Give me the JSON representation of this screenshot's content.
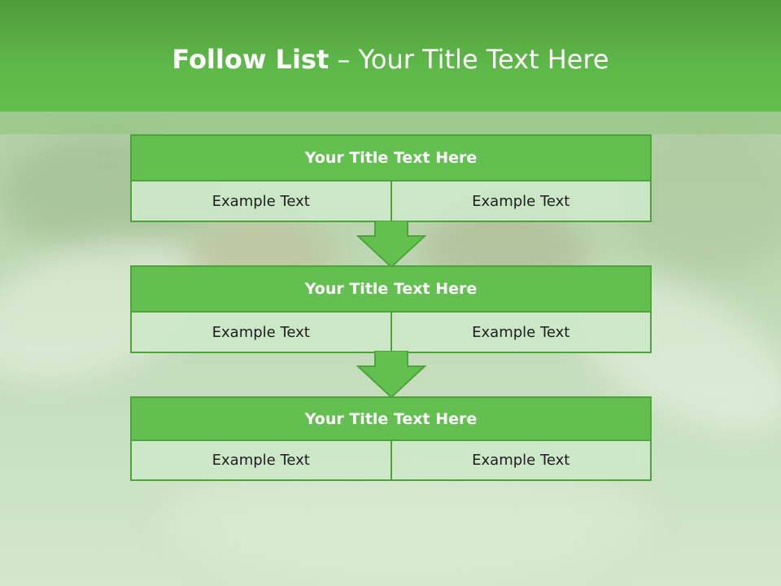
{
  "slide": {
    "title_bold": "Follow List",
    "title_rest": " – Your Title Text Here"
  },
  "blocks": [
    {
      "title": "Your Title Text Here",
      "left": "Example Text",
      "right": "Example Text"
    },
    {
      "title": "Your Title Text Here",
      "left": "Example Text",
      "right": "Example Text"
    },
    {
      "title": "Your Title Text Here",
      "left": "Example Text",
      "right": "Example Text"
    }
  ],
  "colors": {
    "header": "#5fb84a",
    "box_fill": "#63bf4f",
    "box_border": "#4ea43a",
    "cell_fill": "#cde8c8",
    "arrow": "#63bf4f"
  },
  "icons": [
    "down-arrow-icon",
    "down-arrow-icon"
  ]
}
